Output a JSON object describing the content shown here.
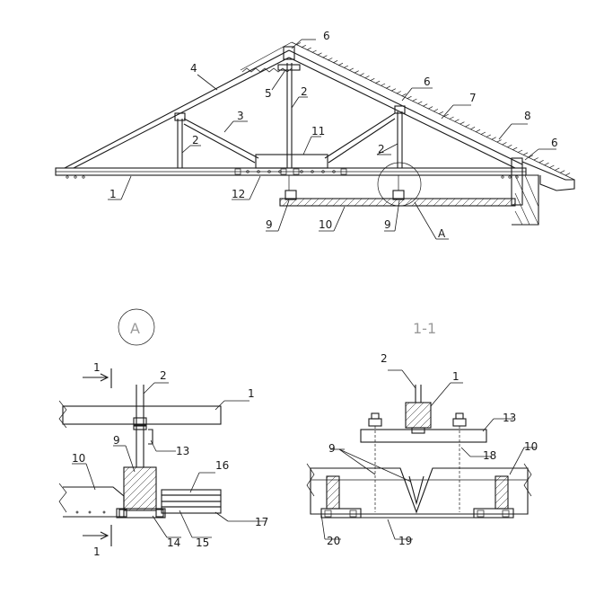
{
  "callouts": {
    "c1": "1",
    "c2": "2",
    "c3": "3",
    "c4": "4",
    "c5": "5",
    "c6": "6",
    "c7": "7",
    "c8": "8",
    "c9": "9",
    "c10": "10",
    "c11": "11",
    "c12": "12",
    "c13": "13",
    "c14": "14",
    "c15": "15",
    "c16": "16",
    "c17": "17",
    "c18": "18",
    "c19": "19",
    "c20": "20",
    "detail": "A"
  },
  "detail_marker": "A",
  "section_title": "1-1",
  "section_cut": "1"
}
